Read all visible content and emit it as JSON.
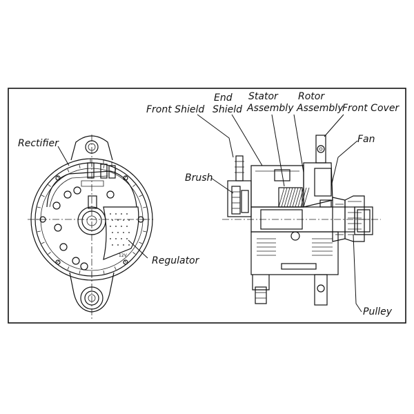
{
  "labels": {
    "rectifier": "Rectifier",
    "regulator": "Regulator",
    "front_shield": "Front Shield",
    "end_shield_1": "End",
    "end_shield_2": "Shield",
    "stator_1": "Stator",
    "stator_2": "Assembly",
    "rotor_1": "Rotor",
    "rotor_2": "Assembly",
    "front_cover": "Front Cover",
    "fan": "Fan",
    "brush": "Brush",
    "pulley": "Pulley"
  },
  "plate_text": "12V"
}
